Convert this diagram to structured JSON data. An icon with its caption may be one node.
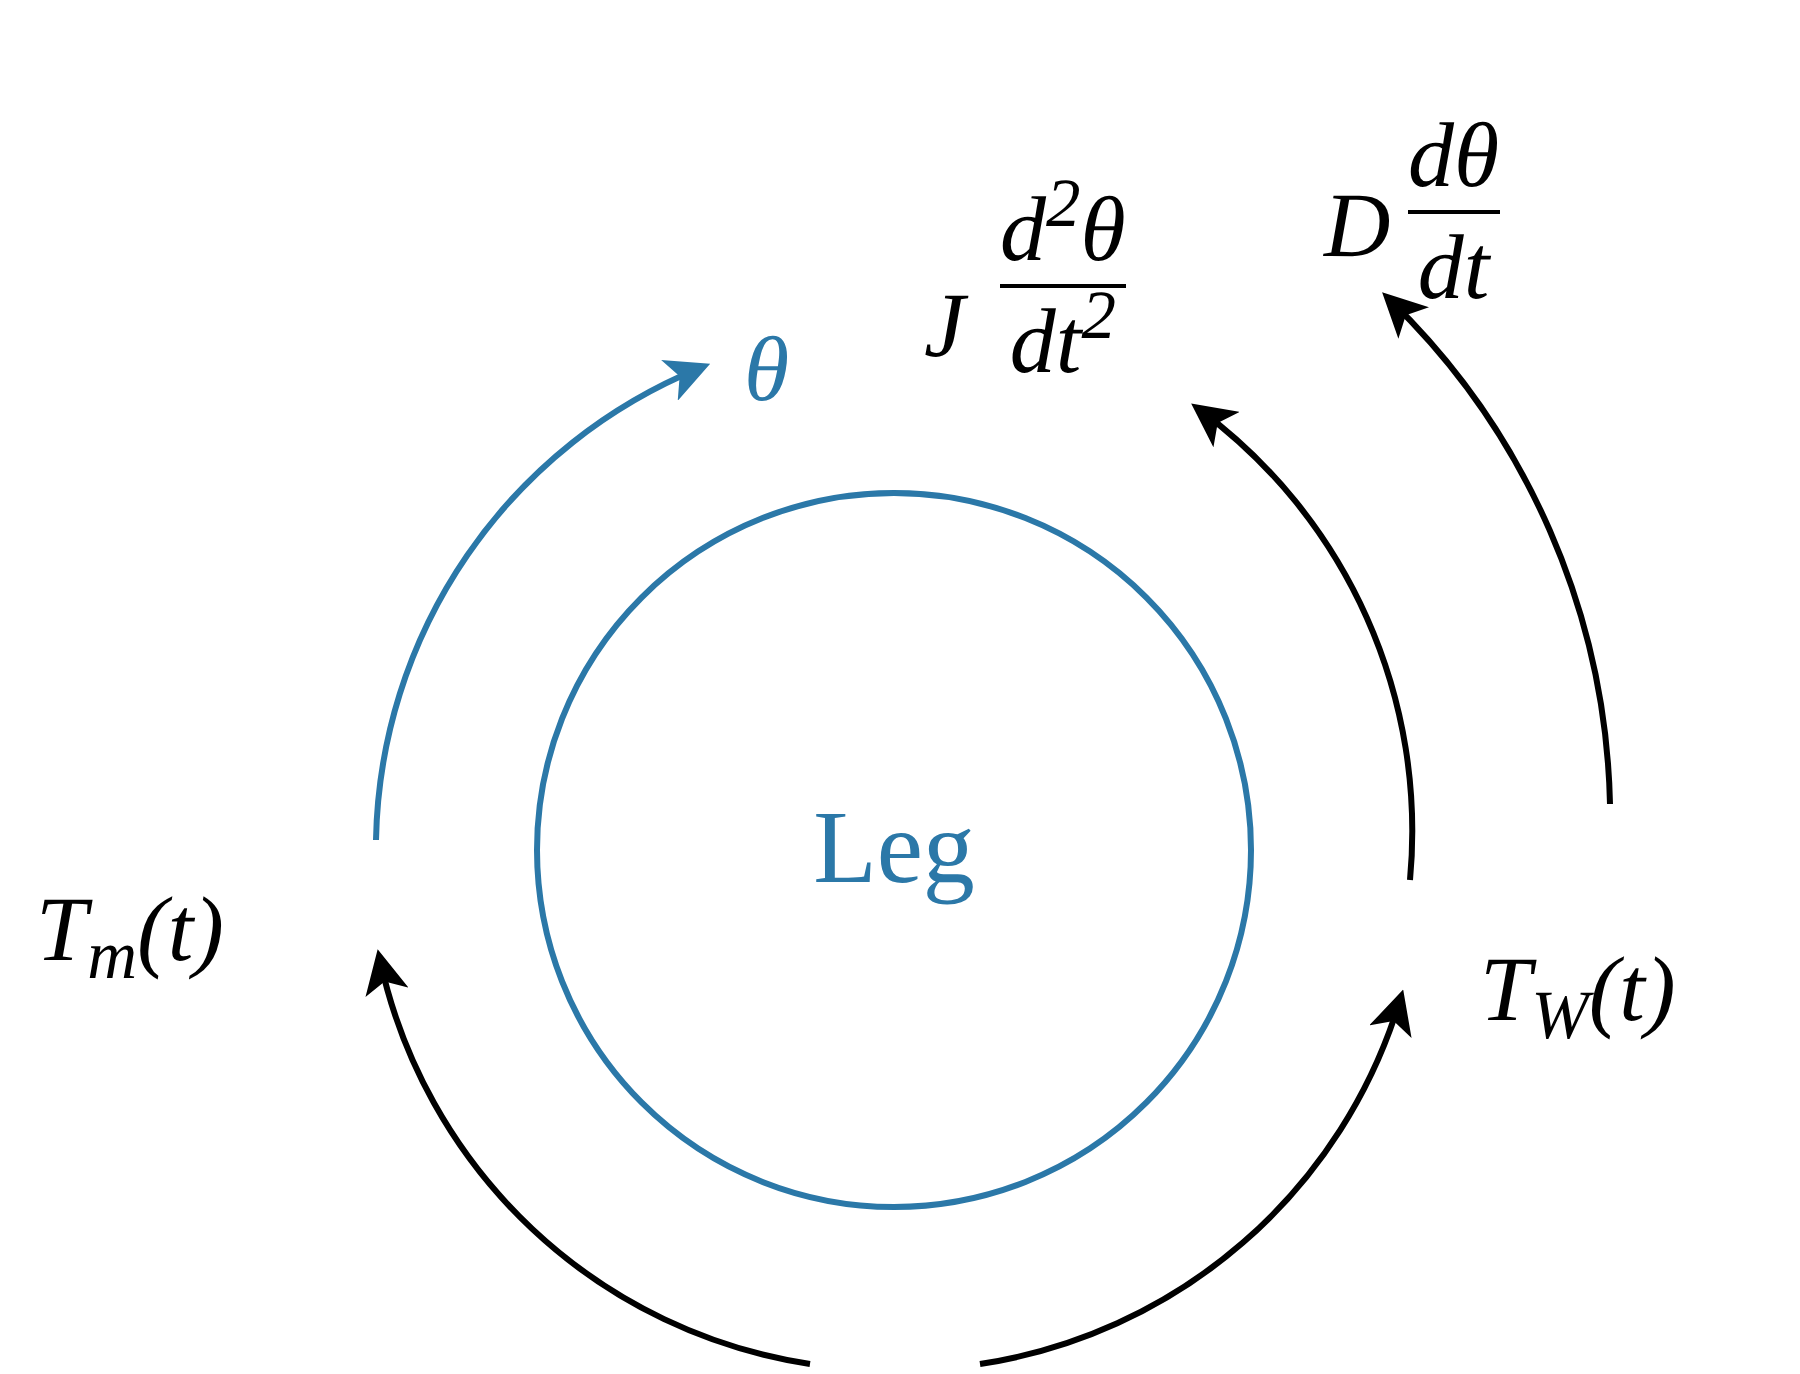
{
  "diagram": {
    "nodes": [
      {
        "text": [
          "Leg"
        ]
      }
    ],
    "labels": [
      "J",
      "d$^{2}$θ",
      "dt$^{2}$",
      "D",
      "dθ",
      "dt",
      "θ",
      "T$_{m}$(t)",
      "T$_{W}$(t)"
    ]
  }
}
